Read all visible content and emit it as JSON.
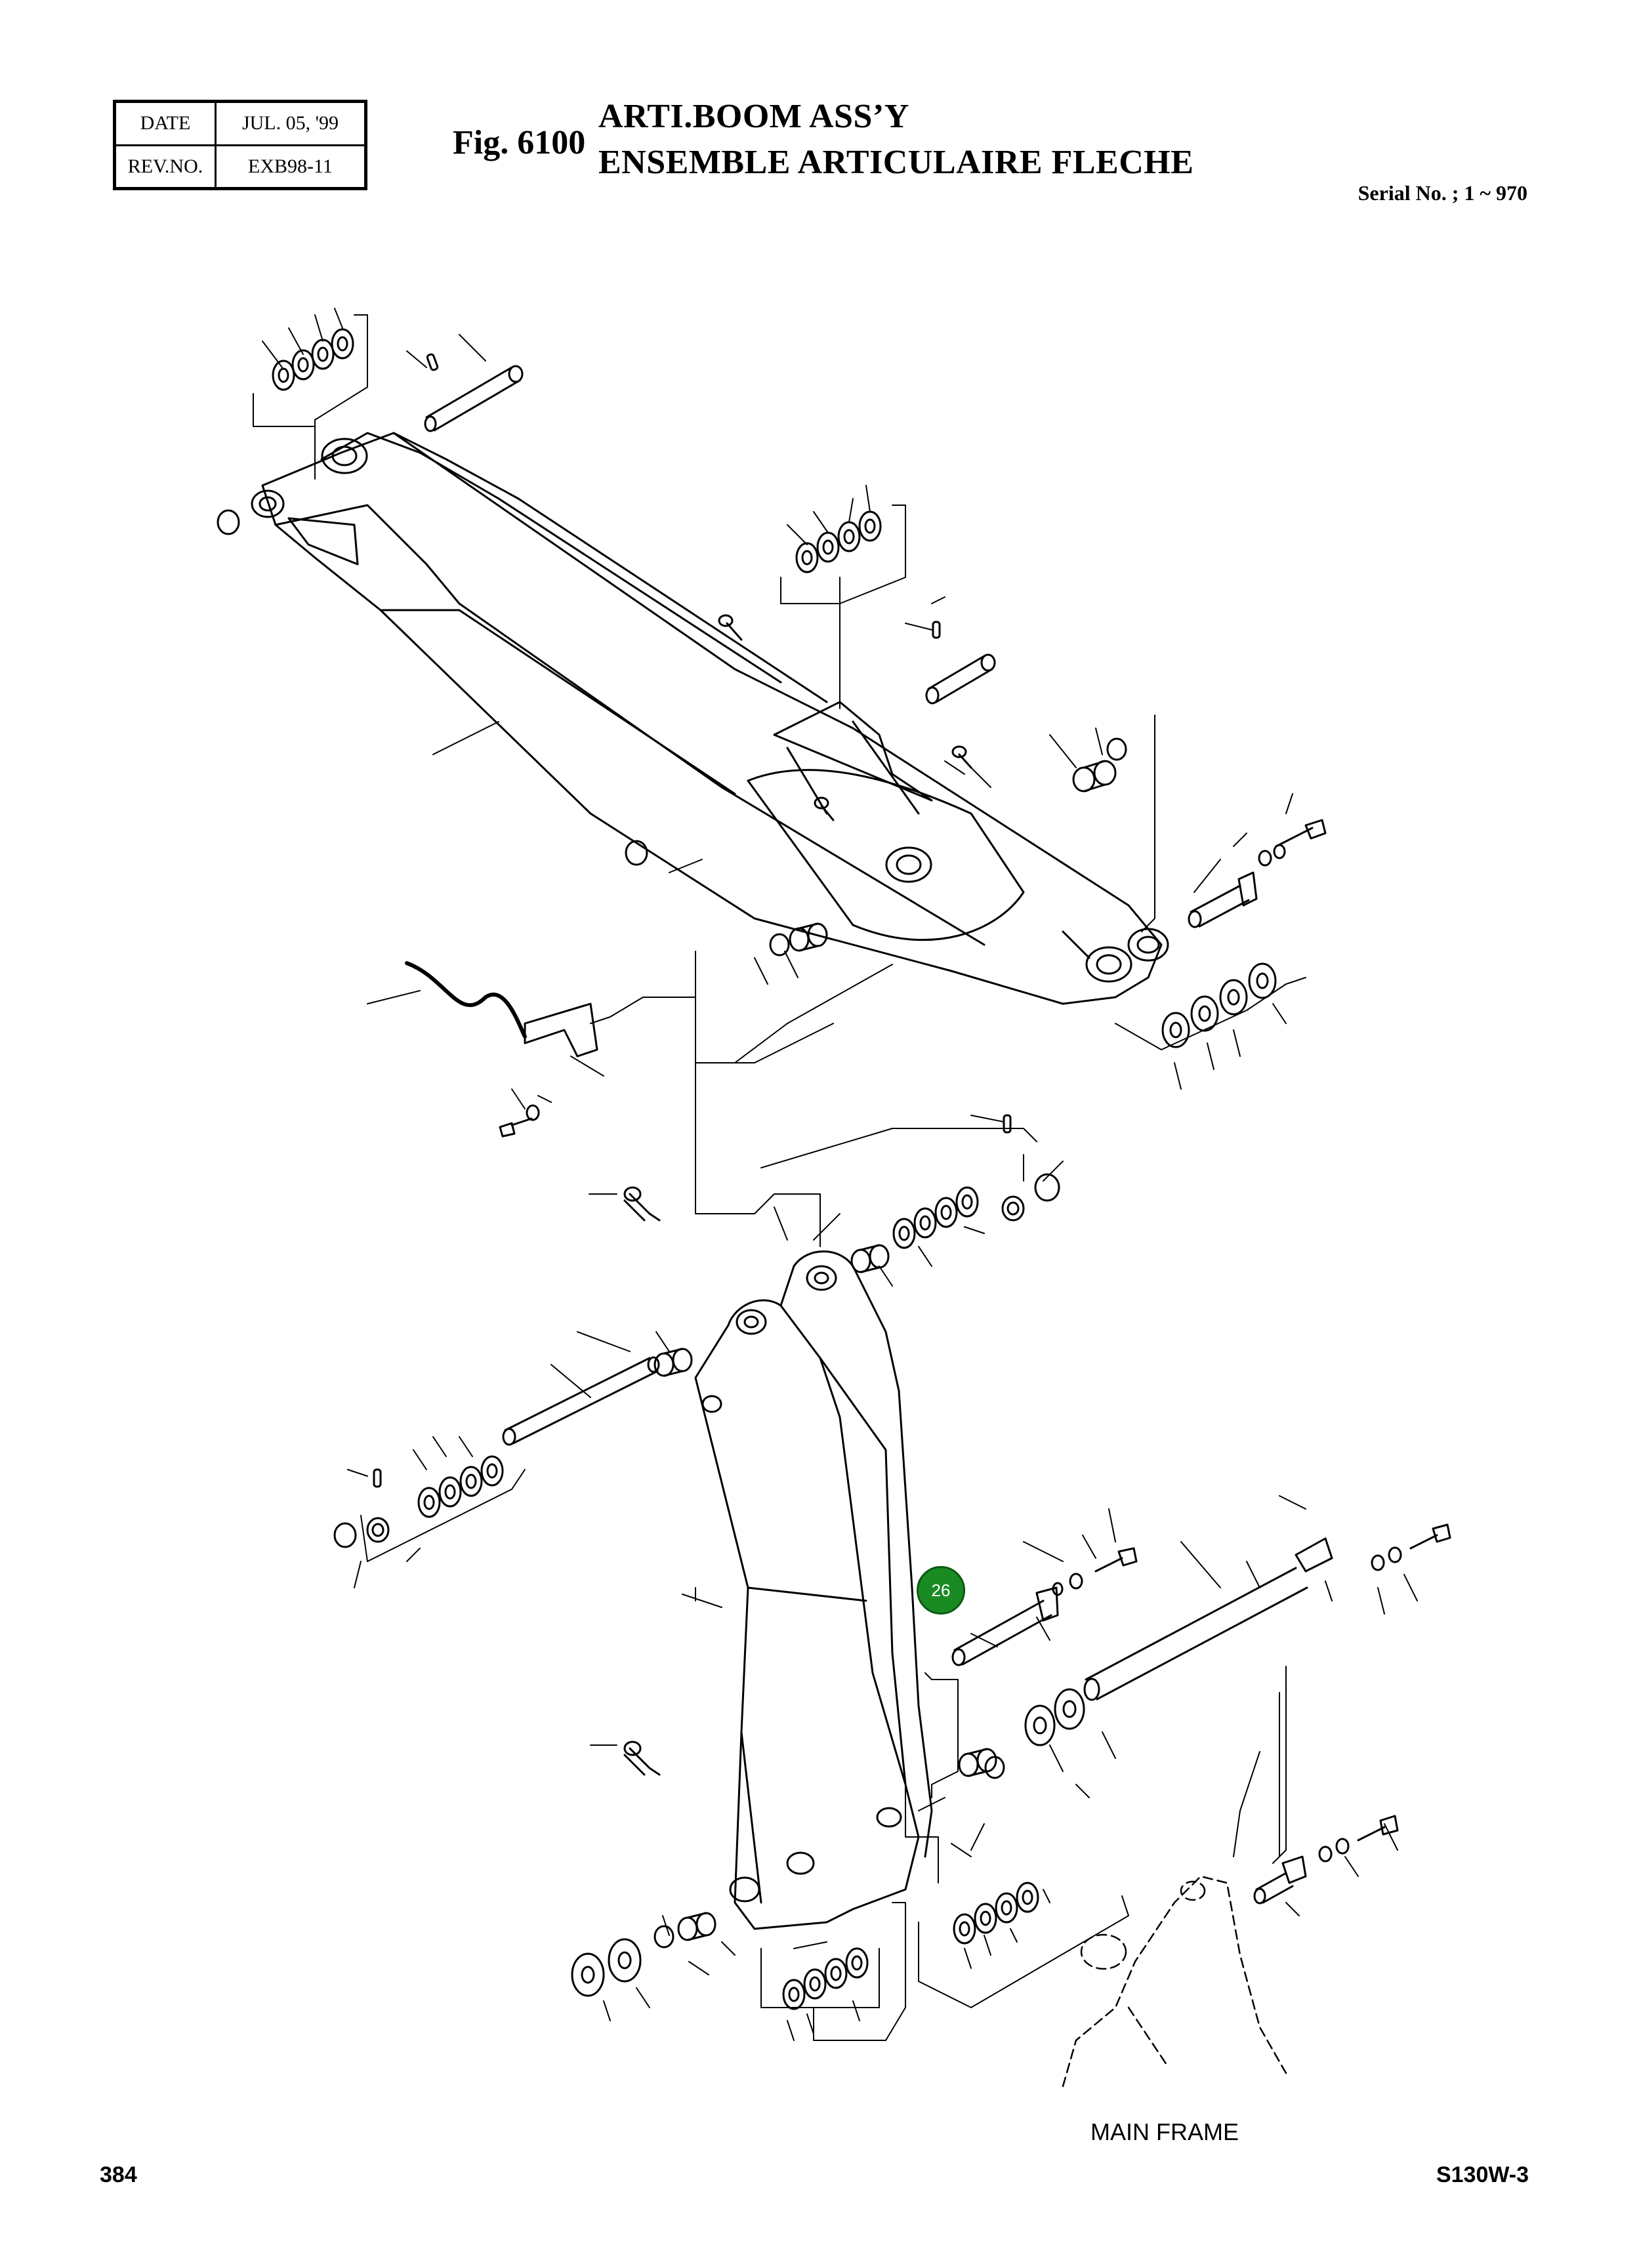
{
  "header": {
    "date_label": "DATE",
    "date_value": "JUL. 05, '99",
    "rev_label": "REV.NO.",
    "rev_value": "EXB98-11",
    "fig_label": "Fig. 6100",
    "title_en": "ARTI.BOOM ASS’Y",
    "title_fr": "ENSEMBLE ARTICULAIRE FLECHE",
    "serial": "Serial No. ; 1 ~ 970"
  },
  "drawing": {
    "callout_number": "26",
    "callout_color": "#1a8a23",
    "frame_label": "MAIN FRAME"
  },
  "footer": {
    "page_number": "384",
    "model": "S130W-3"
  }
}
